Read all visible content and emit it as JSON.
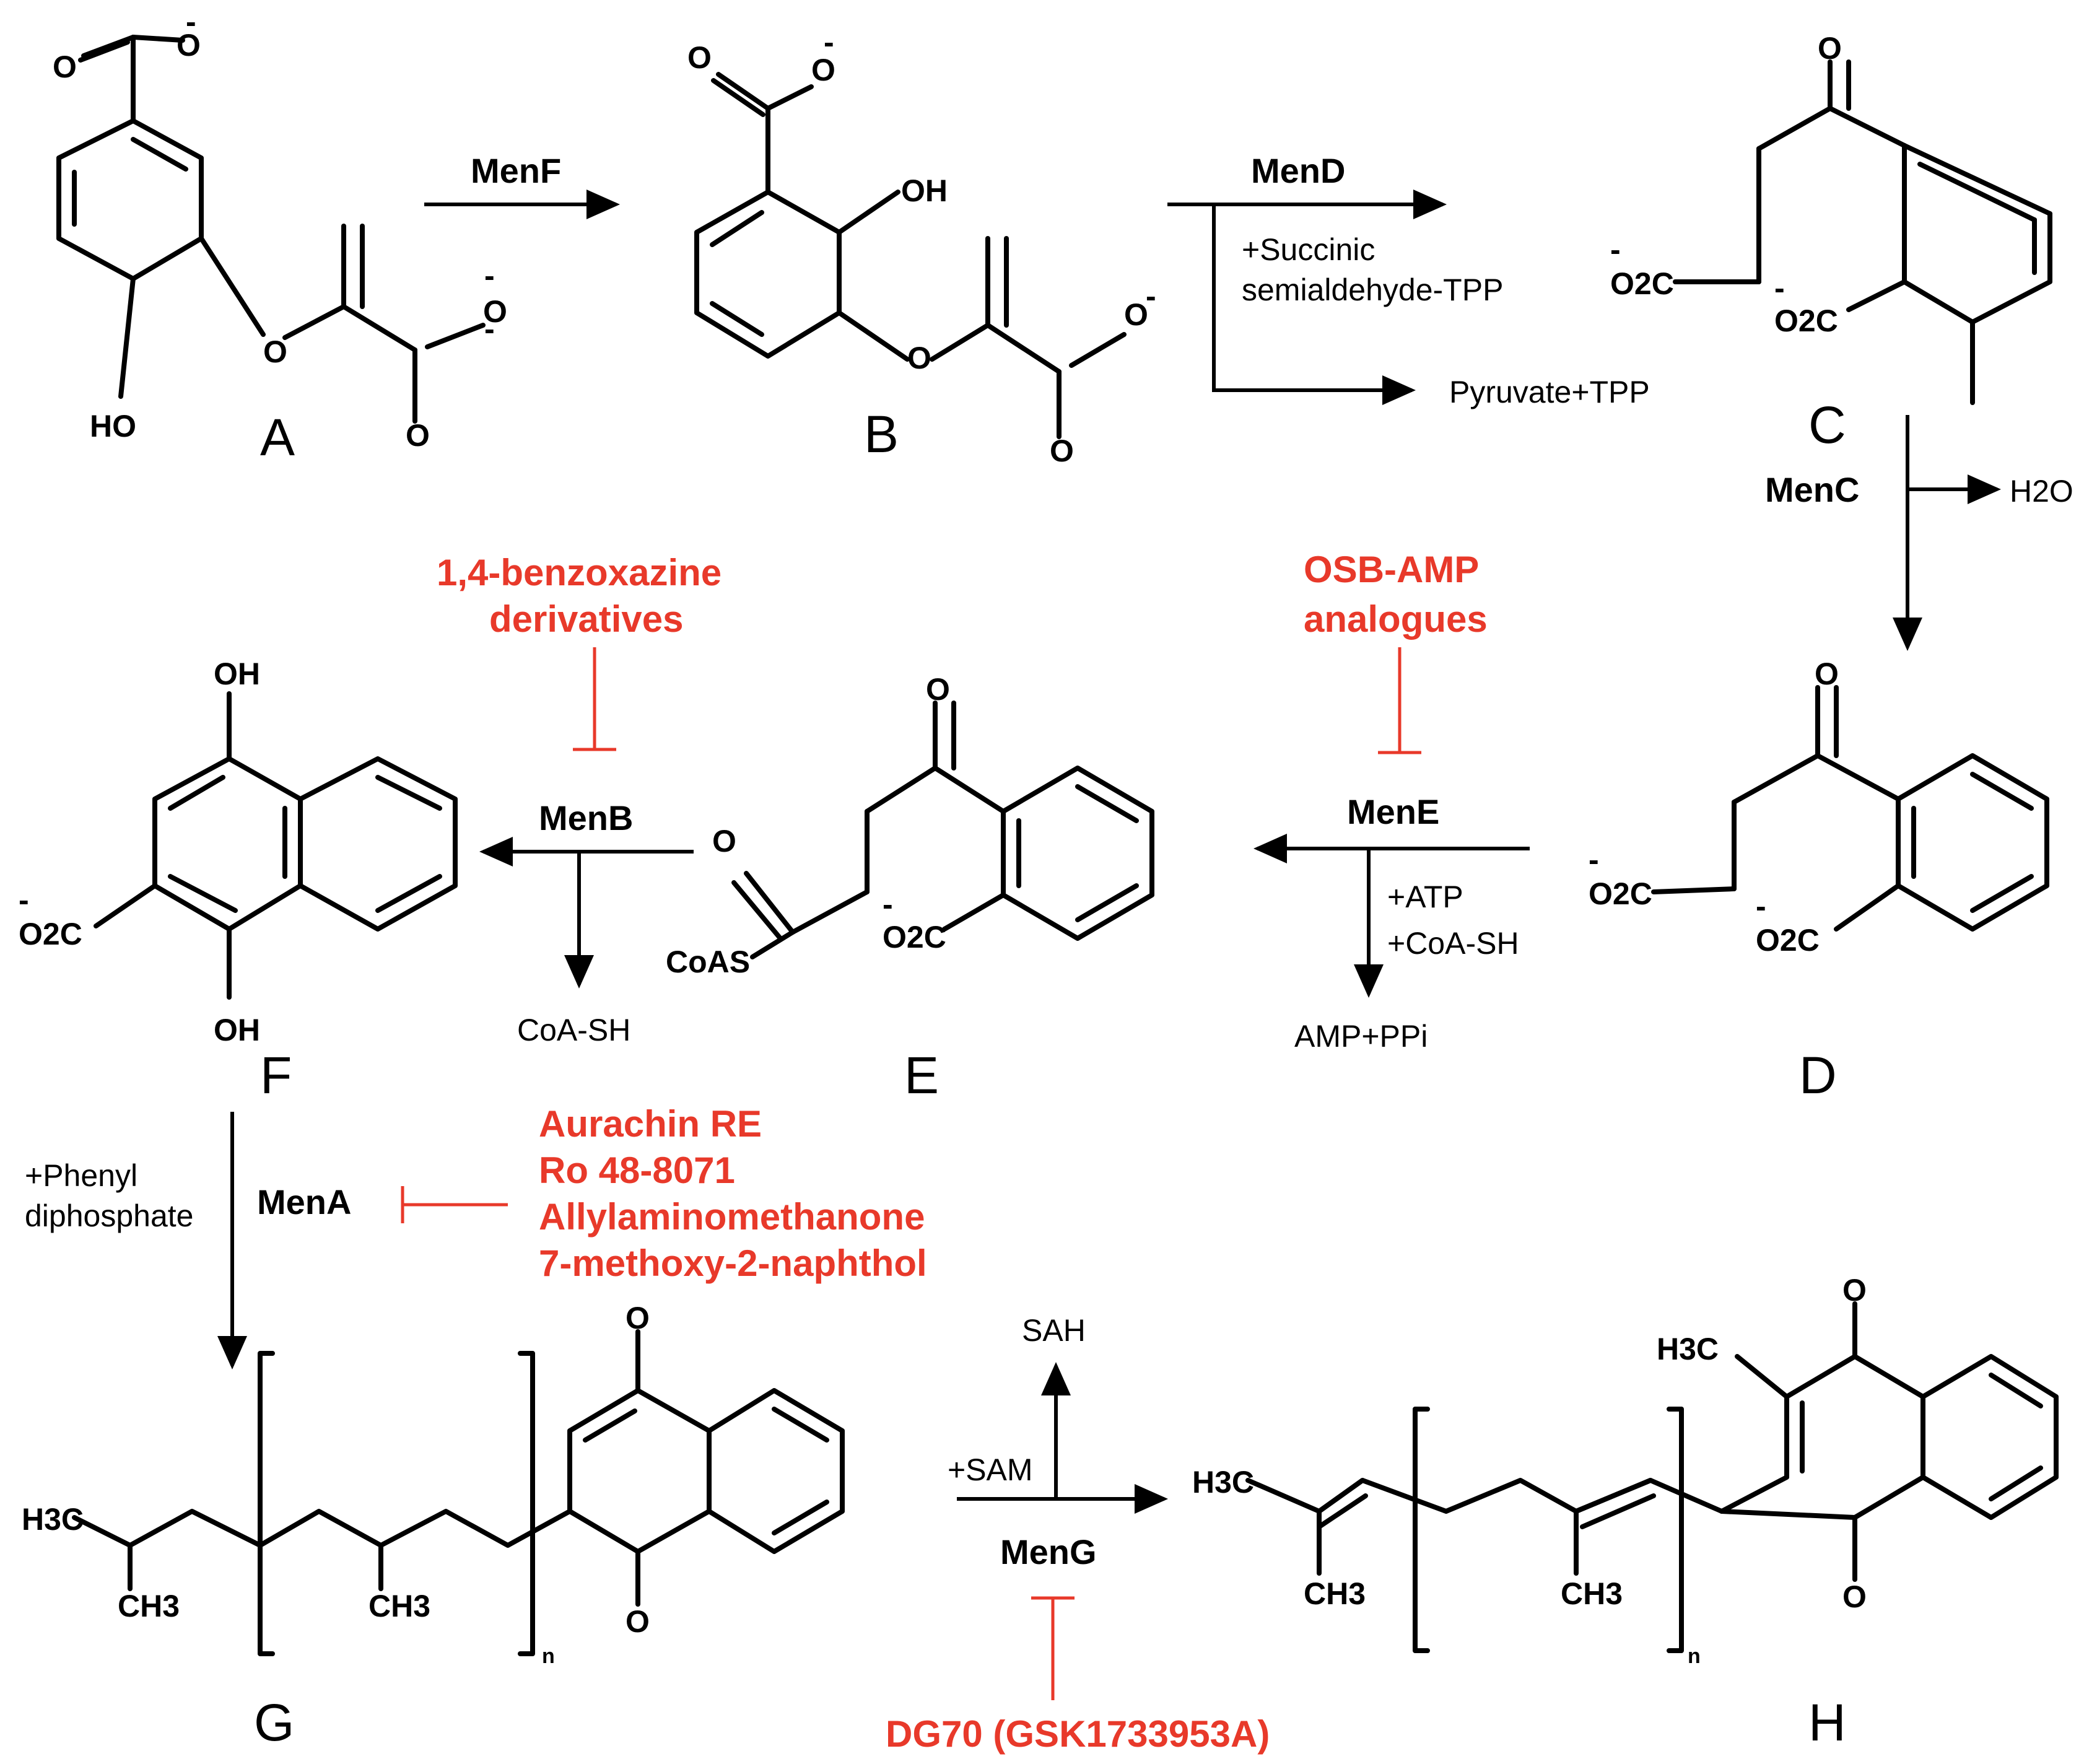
{
  "compounds": {
    "A": "A",
    "B": "B",
    "C": "C",
    "D": "D",
    "E": "E",
    "F": "F",
    "G": "G",
    "H": "H"
  },
  "enzymes": {
    "menF": "MenF",
    "menD": "MenD",
    "menC": "MenC",
    "menE": "MenE",
    "menB": "MenB",
    "menA": "MenA",
    "menG": "MenG"
  },
  "cofactors": {
    "succinic_1": "+Succinic",
    "succinic_2": "semialdehyde-TPP",
    "pyruvate_tpp": "Pyruvate+TPP",
    "h2o": "H2O",
    "atp": "+ATP",
    "coash_in": "+CoA-SH",
    "amp_ppi": "AMP+PPi",
    "coash_out": "CoA-SH",
    "phenyl_1": "+Phenyl",
    "phenyl_2": "diphosphate",
    "sam": "+SAM",
    "sah": "SAH"
  },
  "inhibitors": {
    "menB_1": "1,4-benzoxazine",
    "menB_2": "derivatives",
    "menE_1": "OSB-AMP",
    "menE_2": "analogues",
    "menA_1": "Aurachin RE",
    "menA_2": "Ro 48-8071",
    "menA_3": "Allylaminomethanone",
    "menA_4": "7-methoxy-2-naphthol",
    "menG_1": "DG70 (GSK1733953A)"
  },
  "atoms": {
    "O": "O",
    "OH": "OH",
    "HO": "HO",
    "minus": "-",
    "O2C": "O2C",
    "CoAS": "CoAS",
    "H3C": "H3C",
    "CH3": "CH3",
    "n": "n"
  },
  "colors": {
    "inhibitor": "#e8392a",
    "ink": "#000000"
  }
}
